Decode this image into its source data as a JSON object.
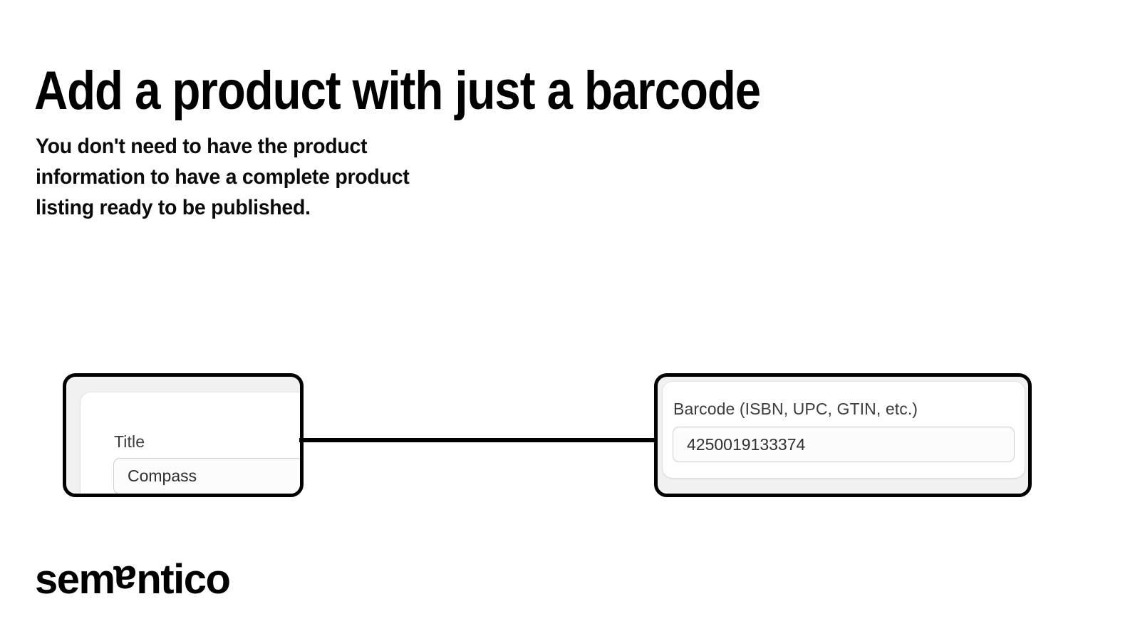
{
  "page": {
    "background_color": "#ffffff",
    "headline": "Add a product with just a barcode",
    "subhead": "You don't need to have the product information to have a complete product listing ready to be published."
  },
  "cards": {
    "left": {
      "name": "title-card",
      "border_color": "#000000",
      "background_color": "#f1f1f1",
      "panel_color": "#ffffff",
      "field": {
        "label": "Title",
        "value": "Compass",
        "placeholder": "Title"
      }
    },
    "right": {
      "name": "barcode-card",
      "border_color": "#000000",
      "background_color": "#f1f1f1",
      "panel_color": "#ffffff",
      "field": {
        "label": "Barcode (ISBN, UPC, GTIN, etc.)",
        "value": "4250019133374",
        "placeholder": "Barcode (ISBN, UPC, GTIN, etc.)"
      }
    }
  },
  "connector": {
    "icon": "arrow-right-icon",
    "color": "#000000",
    "direction": "left-to-right"
  },
  "logo": {
    "text_before": "sem",
    "text_flipped": "a",
    "text_after": "ntico",
    "full_text": "semantico",
    "color": "#000000"
  }
}
